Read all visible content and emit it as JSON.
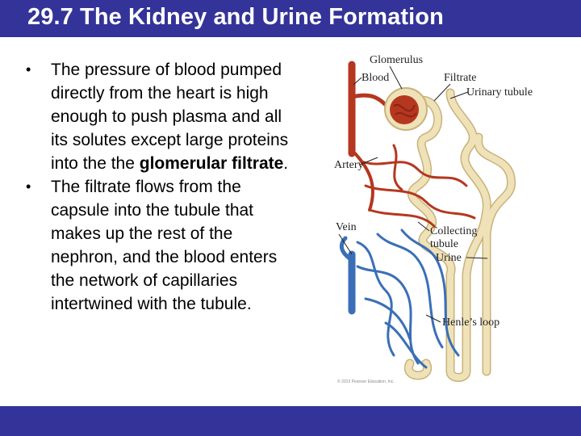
{
  "slide": {
    "title": "29.7 The Kidney and Urine Formation",
    "bullets": [
      {
        "text_before": "The pressure of blood pumped directly from the heart is high enough to push plasma and all its solutes except large proteins into the the ",
        "bold": "glomerular filtrate",
        "text_after": "."
      },
      {
        "text": "The filtrate flows from the capsule into the tubule that makes up the rest of the nephron, and the blood enters the network of capillaries intertwined with the tubule."
      }
    ],
    "bullet_symbol": "•"
  },
  "figure": {
    "labels": {
      "glomerulus": "Glomerulus",
      "blood": "Blood",
      "filtrate": "Filtrate",
      "urinary_tubule": "Urinary tubule",
      "artery": "Artery",
      "vein": "Vein",
      "collecting_tubule_1": "Collecting",
      "collecting_tubule_2": "tubule",
      "urine": "Urine",
      "henles_loop": "Henle’s loop"
    },
    "credit": "© 2013 Pearson Education, Inc.",
    "colors": {
      "artery": "#b5371f",
      "vein": "#3a6fb8",
      "tubule": "#efe2b8",
      "tubule_outline": "#c9b27a"
    }
  },
  "theme": {
    "bar_color": "#333399"
  }
}
